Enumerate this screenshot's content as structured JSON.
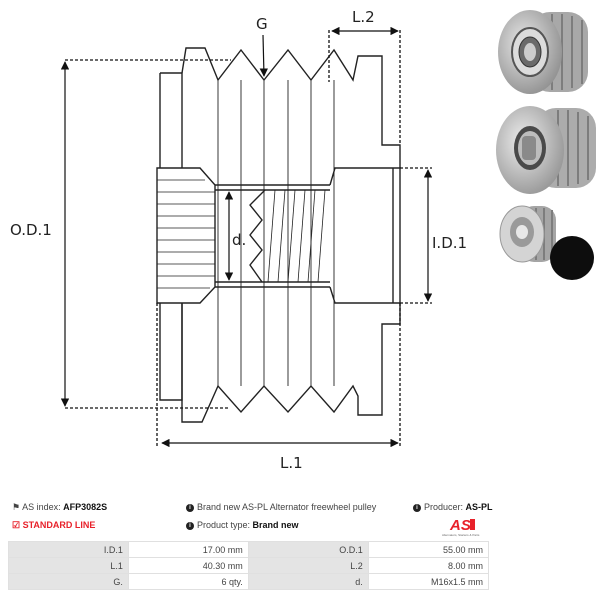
{
  "drawing": {
    "labels": {
      "od1": "O.D.1",
      "id1": "I.D.1",
      "g": "G",
      "l1": "L.1",
      "l2": "L.2",
      "d": "d."
    }
  },
  "photos": [
    {
      "name": "pulley-front-view"
    },
    {
      "name": "pulley-rear-view"
    },
    {
      "name": "pulley-side-view-with-cap"
    }
  ],
  "info": {
    "as_index_label": "AS index:",
    "as_index_value": "AFP3082S",
    "standard_line": "STANDARD LINE",
    "description": "Brand new AS-PL Alternator freewheel pulley",
    "product_type_label": "Product type:",
    "product_type_value": "Brand new",
    "producer_label": "Producer:",
    "producer_value": "AS-PL",
    "logo_text": "AS",
    "logo_tagline": "Alternators, Starters & Parts",
    "brand_color": "#e8212a"
  },
  "specs": [
    {
      "k1": "I.D.1",
      "v1": "17.00 mm",
      "k2": "O.D.1",
      "v2": "55.00 mm"
    },
    {
      "k1": "L.1",
      "v1": "40.30 mm",
      "k2": "L.2",
      "v2": "8.00 mm"
    },
    {
      "k1": "G.",
      "v1": "6 qty.",
      "k2": "d.",
      "v2": "M16x1.5 mm"
    }
  ]
}
